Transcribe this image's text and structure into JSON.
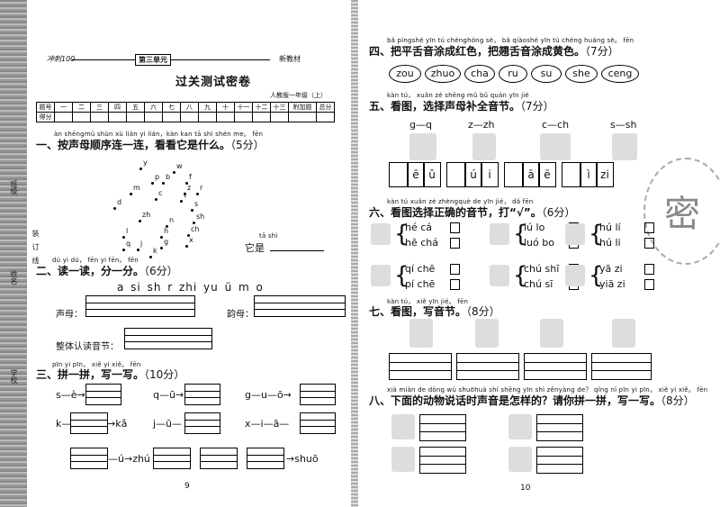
{
  "left_page": {
    "header_left": "冲刺100",
    "header_center": "第三单元",
    "header_right": "新教材",
    "title": "过关测试密卷",
    "edition": "人教版一年级（上）",
    "score_table": {
      "row1": [
        "题号",
        "一",
        "二",
        "三",
        "四",
        "五",
        "六",
        "七",
        "八",
        "九",
        "十",
        "十一",
        "十二",
        "十三",
        "附加题",
        "总分"
      ],
      "row2_label": "得分"
    },
    "q1": {
      "pinyin": "àn shēngmǔ shùn xù lián yi lián，kàn kan tā shì shén me。 fēn",
      "text": "一、按声母顺序连一连，看看它是什么。",
      "score": "（5分）",
      "letters": [
        "y",
        "w",
        "p",
        "b",
        "f",
        "z",
        "m",
        "r",
        "c",
        "t",
        "d",
        "s",
        "sh",
        "zh",
        "n",
        "ch",
        "l",
        "h",
        "x",
        "g",
        "q",
        "j",
        "k"
      ],
      "answer_py": "tā shì",
      "answer": "它是"
    },
    "q2": {
      "pinyin": "dú yi dú， fēn yi fēn。 fēn",
      "text": "二、读一读，分一分。",
      "score": "（6分）",
      "syllables": "a   si   sh   r   zhi   yu   ü   m   o",
      "label_shengmu": "声母：",
      "label_yunmu": "韵母：",
      "label_zhengti": "整体认读音节："
    },
    "q3": {
      "pinyin": "pīn yi pīn， xiě yi xiě。 fēn",
      "text": "三、拼一拼，写一写。",
      "score": "（10分）",
      "row1": [
        "s—è→",
        "q—ū→",
        "g—u—ō→"
      ],
      "row2": [
        "k—",
        "→kǎ",
        "j—ū—",
        "x—i—ā—"
      ],
      "row3": [
        "—ú→zhú",
        "→shuō"
      ]
    },
    "page_num": "9",
    "side_labels": [
      "班级",
      "装",
      "订",
      "线",
      "姓名",
      "学校"
    ]
  },
  "right_page": {
    "q4": {
      "pinyin": "bǎ píngshé yīn tú chénghóng sè， bǎ qiàoshé yīn tú chéng huáng sè。 fēn",
      "text": "四、把平舌音涂成红色，把翘舌音涂成黄色。",
      "score": "（7分）",
      "bubbles": [
        "zou",
        "zhuo",
        "cha",
        "ru",
        "su",
        "she",
        "ceng"
      ]
    },
    "q5": {
      "pinyin": "kàn tú， xuǎn zé shēng mǔ bǔ quán yīn jié",
      "text": "五、看图，选择声母补全音节。",
      "score": "（7分）",
      "options": [
        "g—q",
        "z—zh",
        "c—ch",
        "s—sh"
      ],
      "cells": [
        "ē",
        "ǔ",
        "ú",
        "i",
        "ā",
        "ē",
        "ì",
        "zi"
      ]
    },
    "q6": {
      "pinyin": "kàn tú xuǎn zé zhèngquè de yīn jié， dǎ fēn",
      "text": "六、看图选择正确的音节，打“√”。",
      "score": "（6分）",
      "pairs": [
        [
          "hé cá",
          "hē chá"
        ],
        [
          "lú lo",
          "luó bo"
        ],
        [
          "hú lí",
          "hú li"
        ],
        [
          "qí chē",
          "pí chē"
        ],
        [
          "chú shī",
          "chú sī"
        ],
        [
          "yā zi",
          "yiā zi"
        ]
      ]
    },
    "q7": {
      "pinyin": "kàn tú， xiě yīn jié。 fēn",
      "text": "七、看图，写音节。",
      "score": "（8分）"
    },
    "q8": {
      "pinyin": "xià miàn de dòng wù shuōhuà shí shēng yīn shì zěnyàng de？ qǐng nǐ pīn yi pīn， xiě yi xiě。 fēn",
      "text": "八、下面的动物说话时声音是怎样的？请你拼一拼，写一写。",
      "score": "（8分）"
    },
    "stamp_text": "密",
    "page_num": "10"
  }
}
